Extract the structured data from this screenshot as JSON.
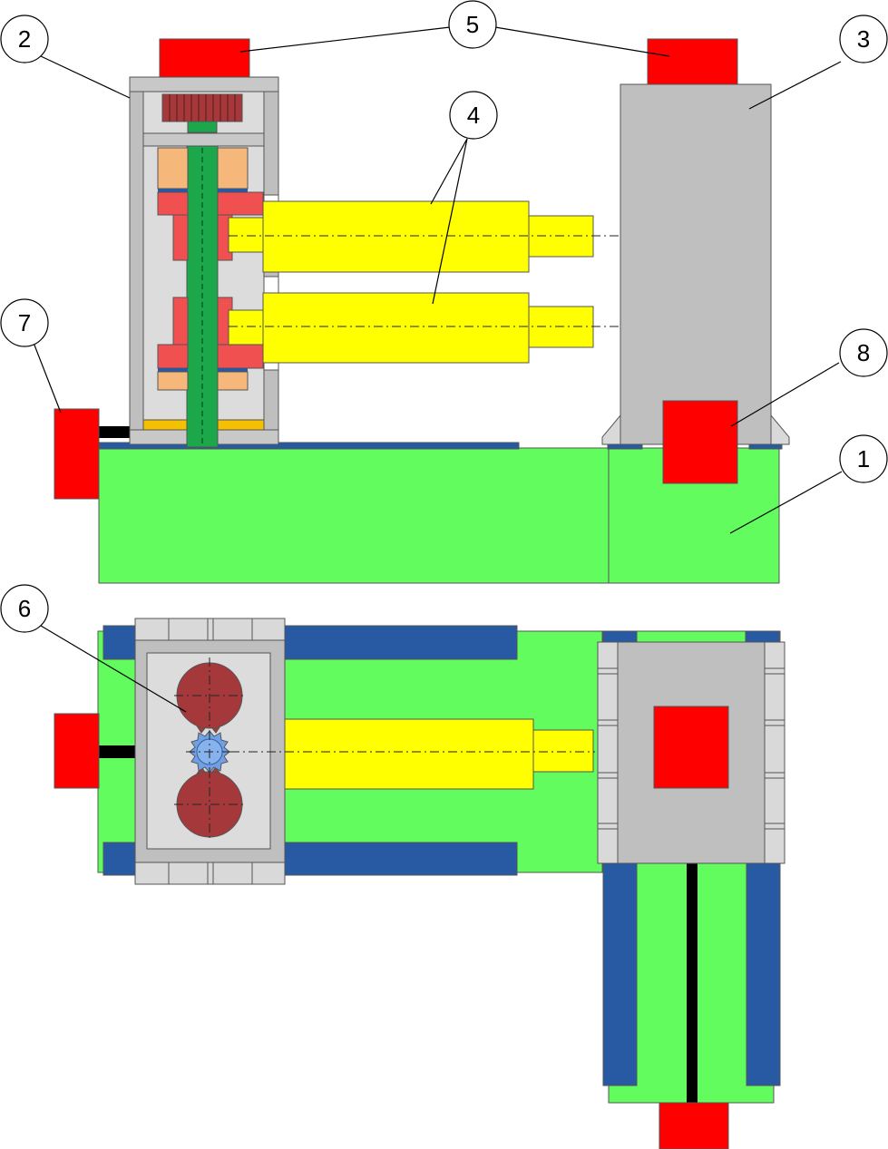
{
  "callouts": [
    {
      "label": "1"
    },
    {
      "label": "2"
    },
    {
      "label": "3"
    },
    {
      "label": "4"
    },
    {
      "label": "5"
    },
    {
      "label": "6"
    },
    {
      "label": "7"
    },
    {
      "label": "8"
    }
  ],
  "colors": {
    "base": "#63fc5f",
    "motor": "#fe0000",
    "roll": "#ffff00",
    "rail": "#275aa3",
    "housing": "#bfbfbf",
    "housing_inner": "#dcdcdc",
    "gear": "#a5383a",
    "pinion": "#6fa0e6",
    "shaft": "#1ca84a",
    "clutch_red": "#f05050",
    "clutch_tan": "#f5b87a",
    "bearing": "#f5c000"
  }
}
